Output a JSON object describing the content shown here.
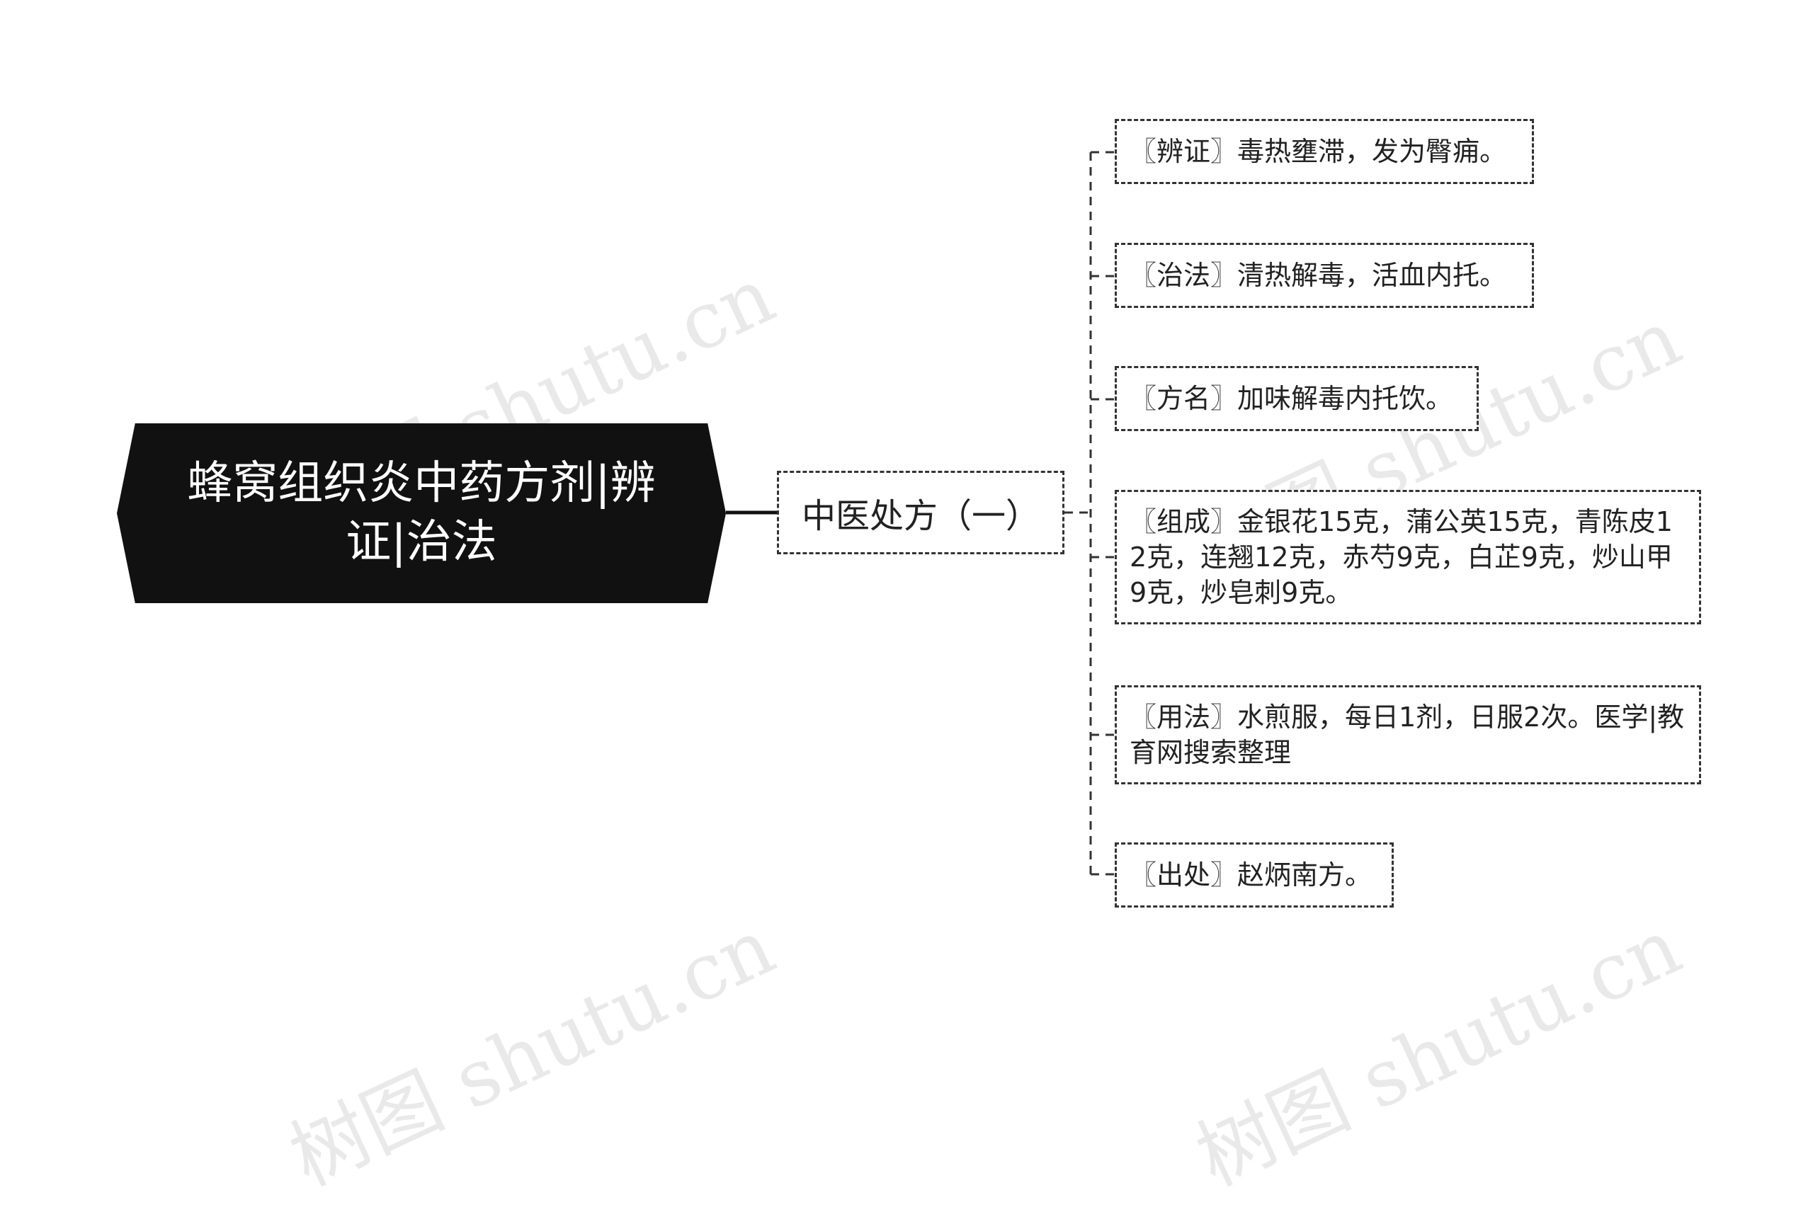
{
  "root": {
    "title": "蜂窝组织炎中药方剂|辨证|治法"
  },
  "branch": {
    "label": "中医处方（一）"
  },
  "leaves": [
    "〖辨证〗毒热壅滞，发为臀痈。",
    "〖治法〗清热解毒，活血内托。",
    "〖方名〗加味解毒内托饮。",
    "〖组成〗金银花15克，蒲公英15克，青陈皮12克，连翘12克，赤芍9克，白芷9克，炒山甲9克，炒皂刺9克。",
    "〖用法〗水煎服，每日1剂，日服2次。医学|教育网搜索整理",
    "〖出处〗赵炳南方。"
  ],
  "watermark": "树图 shutu.cn"
}
